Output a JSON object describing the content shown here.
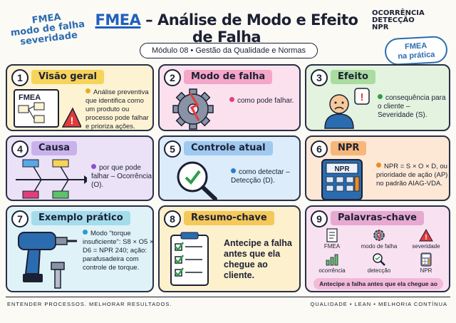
{
  "header": {
    "doodle_left": [
      "FMEA",
      "modo de falha",
      "severidade"
    ],
    "doodle_right": [
      "OCORRÊNCIA",
      "DETECÇÃO",
      "NPR"
    ],
    "pill_right": [
      "FMEA",
      "na prática"
    ],
    "title_accent": "FMEA",
    "title_rest": " – Análise de Modo e Efeito de Falha",
    "subtitle": "Módulo 08 • Gestão da Qualidade e Normas"
  },
  "cards": [
    {
      "num": "1",
      "title": "Visão geral",
      "text": "Análise preventiva que identifica como um produto ou processo pode falhar e prioriza ações.",
      "bullet_color": "#e0b020",
      "icon_text": "FMEA"
    },
    {
      "num": "2",
      "title": "Modo de falha",
      "text": "como pode falhar.",
      "bullet_color": "#e0407a"
    },
    {
      "num": "3",
      "title": "Efeito",
      "text": "consequência para o cliente – Severidade (S).",
      "bullet_color": "#2e9e4a"
    },
    {
      "num": "4",
      "title": "Causa",
      "text": "por que pode falhar – Ocorrência (O).",
      "bullet_color": "#8a4fd0"
    },
    {
      "num": "5",
      "title": "Controle atual",
      "text": "como detectar – Detecção (D).",
      "bullet_color": "#2b7bd0"
    },
    {
      "num": "6",
      "title": "NPR",
      "text": "NPR = S × O × D, ou prioridade de ação (AP) no padrão AIAG-VDA.",
      "bullet_color": "#f08a20",
      "icon_text": "NPR"
    },
    {
      "num": "7",
      "title": "Exemplo prático",
      "text": "Modo \"torque insuficiente\": S8 × O5 × D6 = NPR 240; ação: parafusadeira com controle de torque.",
      "bullet_color": "#2b9ad0"
    },
    {
      "num": "8",
      "title": "Resumo-chave",
      "text": "Antecipe a falha antes que ela chegue ao cliente."
    },
    {
      "num": "9",
      "title": "Palavras-chave",
      "keywords": [
        "FMEA",
        "modo de falha",
        "severidade",
        "ocorrência",
        "detecção",
        "NPR"
      ],
      "banner": "Antecipe a falha antes que ela chegue ao cliente."
    }
  ],
  "footer": {
    "left": "ENTENDER PROCESSOS. MELHORAR RESULTADOS.",
    "right": "QUALIDADE • LEAN • MELHORIA CONTÍNUA"
  }
}
